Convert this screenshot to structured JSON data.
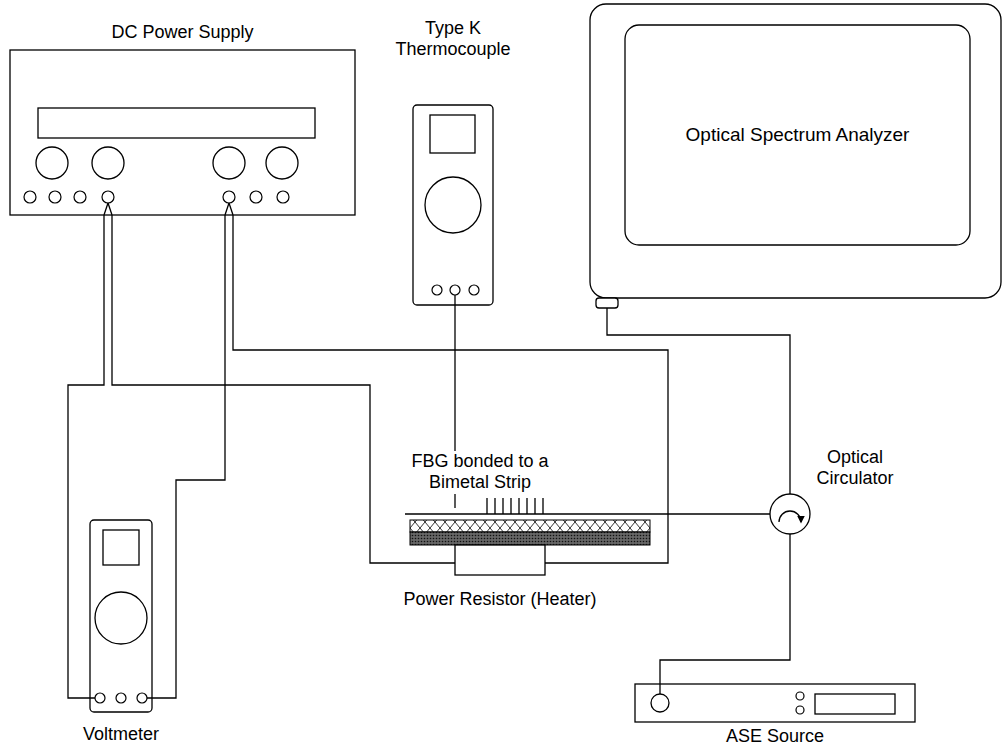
{
  "diagram": {
    "nodes": [
      {
        "text": [
          "DC Power Supply"
        ]
      },
      {
        "text": [
          "Type K Thermocouple"
        ]
      },
      {
        "text": [
          "Voltmeter"
        ]
      },
      {
        "text": [
          "FBG bonded to a Bimetal Strip"
        ]
      },
      {
        "text": [
          "Power Resistor (Heater)"
        ]
      },
      {
        "text": [
          "Optical Circulator"
        ]
      },
      {
        "text": [
          "Optical Spectrum Analyzer"
        ]
      },
      {
        "text": [
          "ASE Source"
        ]
      }
    ],
    "edges": [
      {
        "from": 0,
        "to": 2,
        "arrow": "none"
      },
      {
        "from": 0,
        "to": 2,
        "arrow": "none"
      },
      {
        "from": 0,
        "to": 4,
        "arrow": "none"
      },
      {
        "from": 0,
        "to": 4,
        "arrow": "none"
      },
      {
        "from": 1,
        "to": 3,
        "arrow": "none"
      },
      {
        "from": 3,
        "to": 5,
        "arrow": "none"
      },
      {
        "from": 5,
        "to": 6,
        "arrow": "none"
      },
      {
        "from": 5,
        "to": 7,
        "arrow": "none"
      }
    ]
  }
}
